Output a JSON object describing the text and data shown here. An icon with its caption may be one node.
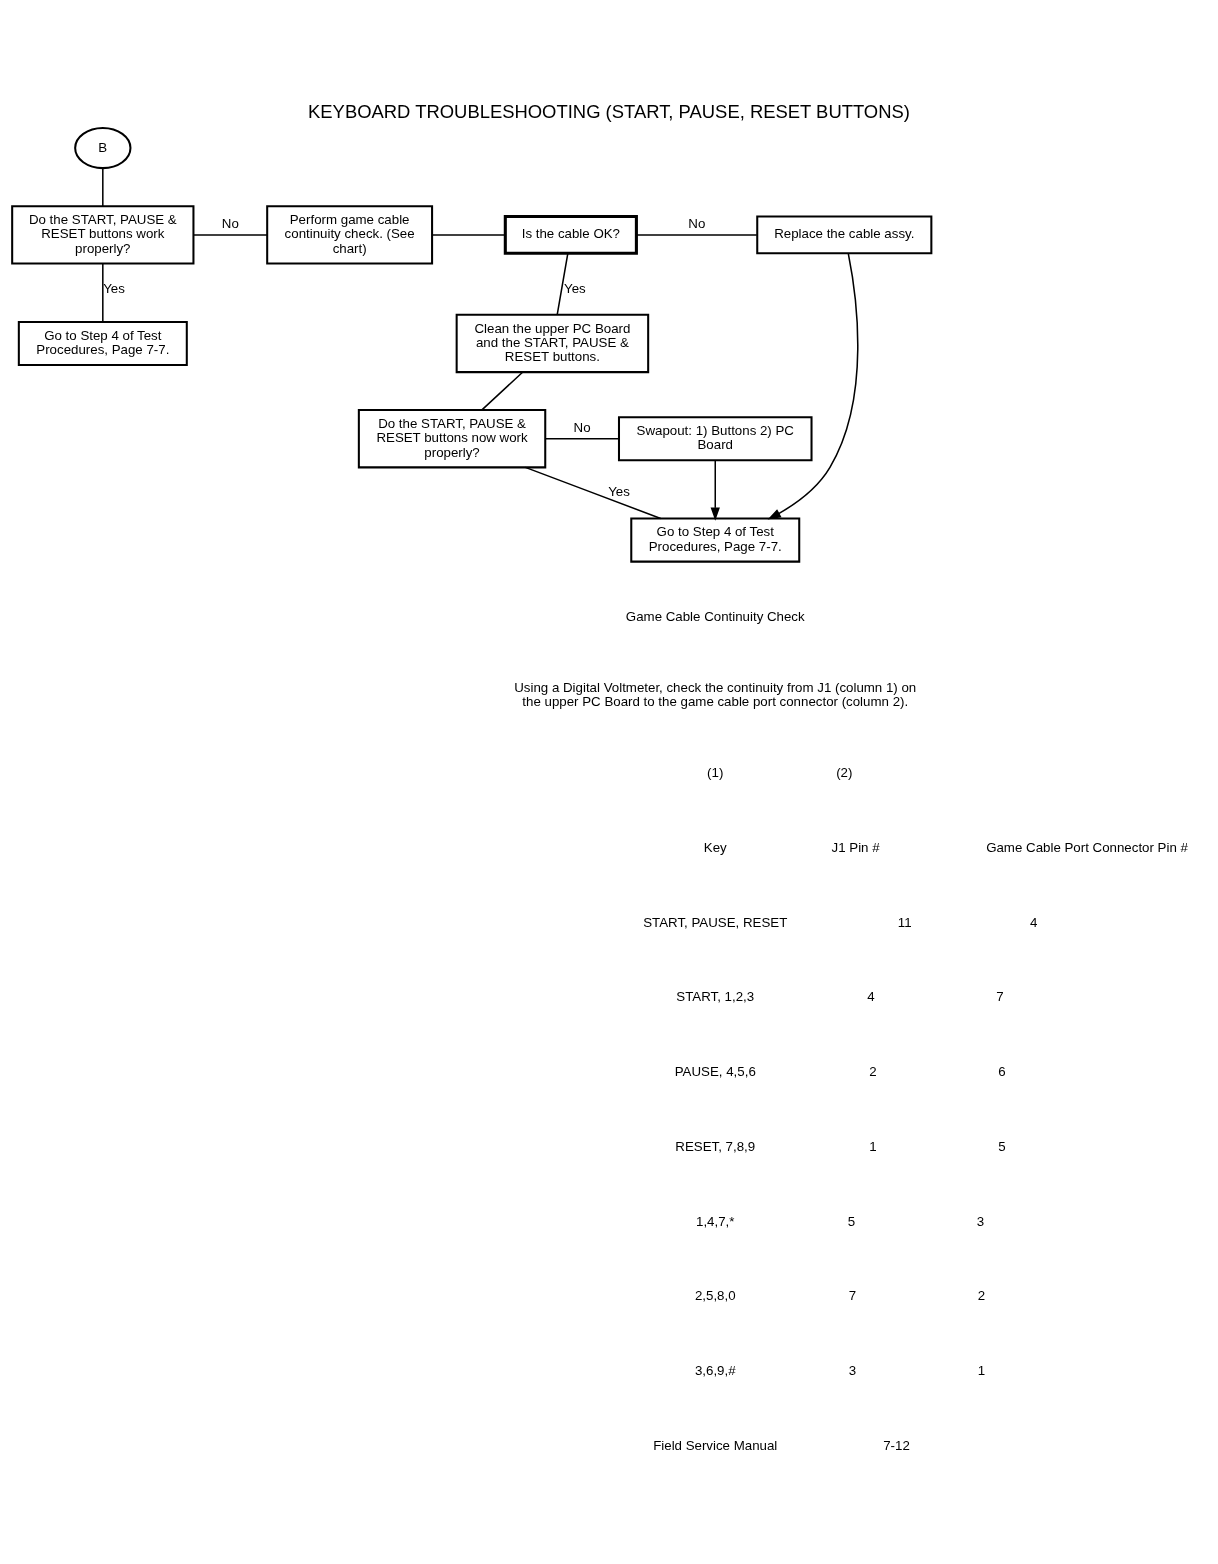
{
  "diagram": {
    "title": "KEYBOARD TROUBLESHOOTING (START, PAUSE, RESET BUTTONS)",
    "nodes": [
      {
        "text": [
          "B"
        ]
      },
      {
        "text": [
          "Do the START, PAUSE & RESET buttons work properly?"
        ]
      },
      {
        "text": [
          "Perform game cable continuity check. (See chart)"
        ]
      },
      {
        "text": [
          "Is the cable OK?"
        ]
      },
      {
        "text": [
          "Replace the cable assy."
        ]
      },
      {
        "text": [
          "Go to Step 4 of Test Procedures, Page 7-7."
        ]
      },
      {
        "text": [
          "Clean the upper PC Board and the START, PAUSE & RESET buttons."
        ]
      },
      {
        "text": [
          "Do the START, PAUSE & RESET buttons now work properly?"
        ]
      },
      {
        "text": [
          "Swapout: 1) Buttons 2) PC Board"
        ]
      },
      {
        "text": [
          "Go to Step 4 of Test Procedures, Page 7-7."
        ]
      }
    ],
    "edges": [
      {
        "from": 0,
        "to": 1,
        "arrow": "none"
      },
      {
        "from": 1,
        "to": 2,
        "arrow": "none",
        "label": "No"
      },
      {
        "from": 1,
        "to": 5,
        "arrow": "none",
        "label": "Yes"
      },
      {
        "from": 2,
        "to": 3,
        "arrow": "none"
      },
      {
        "from": 3,
        "to": 4,
        "arrow": "none",
        "label": "No"
      },
      {
        "from": 3,
        "to": 6,
        "arrow": "none",
        "label": "Yes"
      },
      {
        "from": 6,
        "to": 7,
        "arrow": "none"
      },
      {
        "from": 7,
        "to": 8,
        "arrow": "none",
        "label": "No"
      },
      {
        "from": 7,
        "to": 9,
        "arrow": "none",
        "label": "Yes"
      },
      {
        "from": 4,
        "to": 9,
        "arrow": "to"
      },
      {
        "from": 8,
        "to": 9,
        "arrow": "to"
      }
    ],
    "labels": [
      "Game Cable Continuity Check",
      "Using a Digital Voltmeter, check the continuity from J1 (column 1) on the upper PC Board to the game cable port connector (column 2).",
      "(1)",
      "(2)",
      "Key",
      "J1 Pin #",
      "Game Cable Port Connector Pin #",
      "START, PAUSE, RESET",
      "11",
      "4",
      "START, 1,2,3",
      "4",
      "7",
      "PAUSE, 4,5,6",
      "2",
      "6",
      "RESET, 7,8,9",
      "1",
      "5",
      "1,4,7,*",
      "5",
      "3",
      "2,5,8,0",
      "7",
      "2",
      "3,6,9,#",
      "3",
      "1",
      "Field Service Manual",
      "7-12"
    ]
  }
}
